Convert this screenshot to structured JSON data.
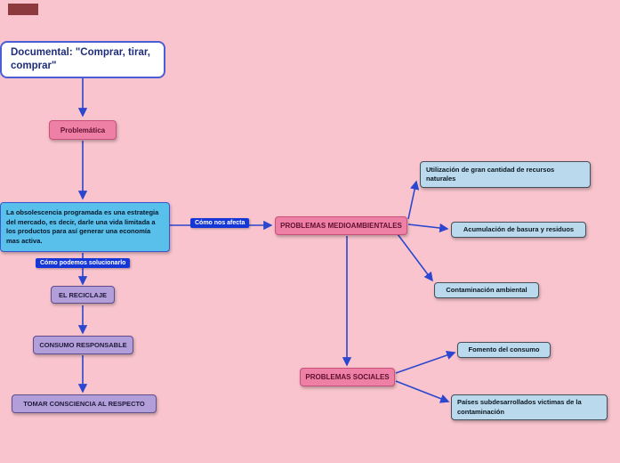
{
  "diagram": {
    "title": "Documental: \"Comprar, tirar, comprar\"",
    "nodes": {
      "problematica": "Problemática",
      "obsolescencia": "La obsolescencia programada es una estrategia del mercado, es decir, darle una vida limitada a los productos para así generar una economía mas activa.",
      "problemas_medioambientales": "PROBLEMAS MEDIOAMBIENTALES",
      "recursos": "Utilización de gran cantidad de recursos naturales",
      "basura": "Acumulación de basura y residuos",
      "contaminacion": "Contaminación ambiental",
      "problemas_sociales": "PROBLEMAS SOCIALES",
      "fomento": "Fomento del consumo",
      "paises": "Países subdesarrollados victimas de la contaminación",
      "reciclaje": "EL RECICLAJE",
      "consumo_responsable": "CONSUMO RESPONSABLE",
      "tomar_consciencia": "TOMAR CONSCIENCIA AL RESPECTO"
    },
    "edge_labels": {
      "como_nos_afecta": "Cómo nos afecta",
      "como_solucionarlo": "Cómo podemos solucionarlo"
    },
    "colors": {
      "background": "#f9c4cd",
      "pink_node": "#ee7fa5",
      "blue_node": "#58c0ea",
      "pale_blue_node": "#bad9ec",
      "purple_node": "#b29ed8",
      "edge_label_bg": "#1537d8",
      "connector": "#2b46cf",
      "title_border": "#4a5fd5"
    }
  }
}
